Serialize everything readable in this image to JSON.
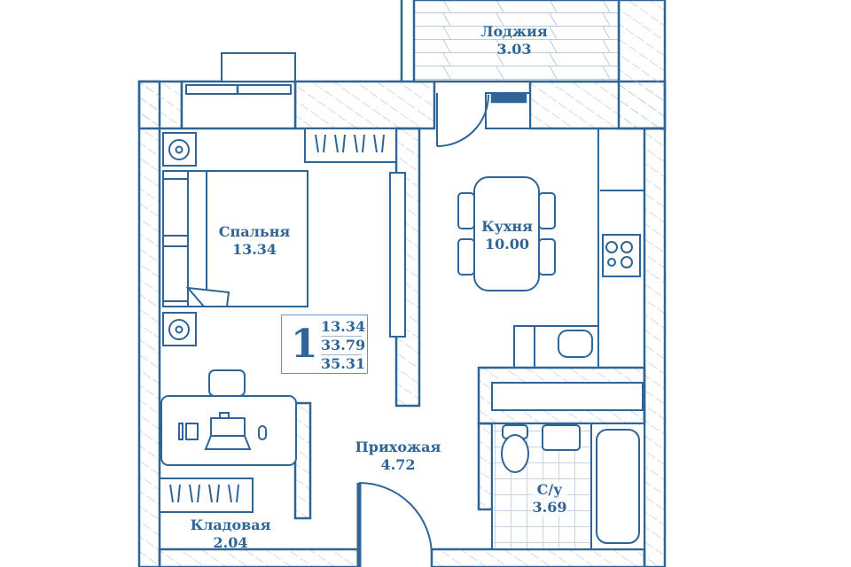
{
  "colors": {
    "line": "#2f6596",
    "hatch": "#8fb0cf"
  },
  "rooms": {
    "loggia": {
      "name": "Лоджия",
      "area": "3.03"
    },
    "bedroom": {
      "name": "Спальня",
      "area": "13.34"
    },
    "kitchen": {
      "name": "Кухня",
      "area": "10.00"
    },
    "hallway": {
      "name": "Прихожая",
      "area": "4.72"
    },
    "storage": {
      "name": "Кладовая",
      "area": "2.04"
    },
    "bathroom": {
      "name": "С/у",
      "area": "3.69"
    }
  },
  "summary": {
    "rooms_count": "1",
    "living_area": "13.34",
    "total_area": "33.79",
    "total_with_loggia": "35.31"
  }
}
